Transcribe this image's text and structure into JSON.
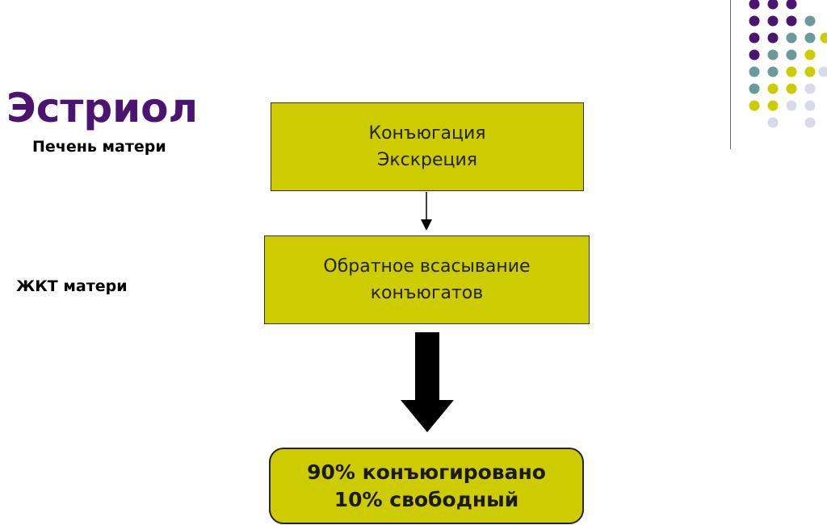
{
  "title": "Эстриол",
  "labels": {
    "liver": "Печень матери",
    "git": "ЖКТ матери"
  },
  "boxes": {
    "step1": {
      "line1": "Конъюгация",
      "line2": "Экскреция"
    },
    "step2": {
      "line1": "Обратное всасывание",
      "line2": "конъюгатов"
    },
    "result": {
      "line1": "90% конъюгировано",
      "line2": "10% свободный"
    }
  },
  "colors": {
    "purple": "#4b1470",
    "teal": "#6b9a9c",
    "olive": "#cccc00",
    "lavender": "#d9d9ec"
  }
}
